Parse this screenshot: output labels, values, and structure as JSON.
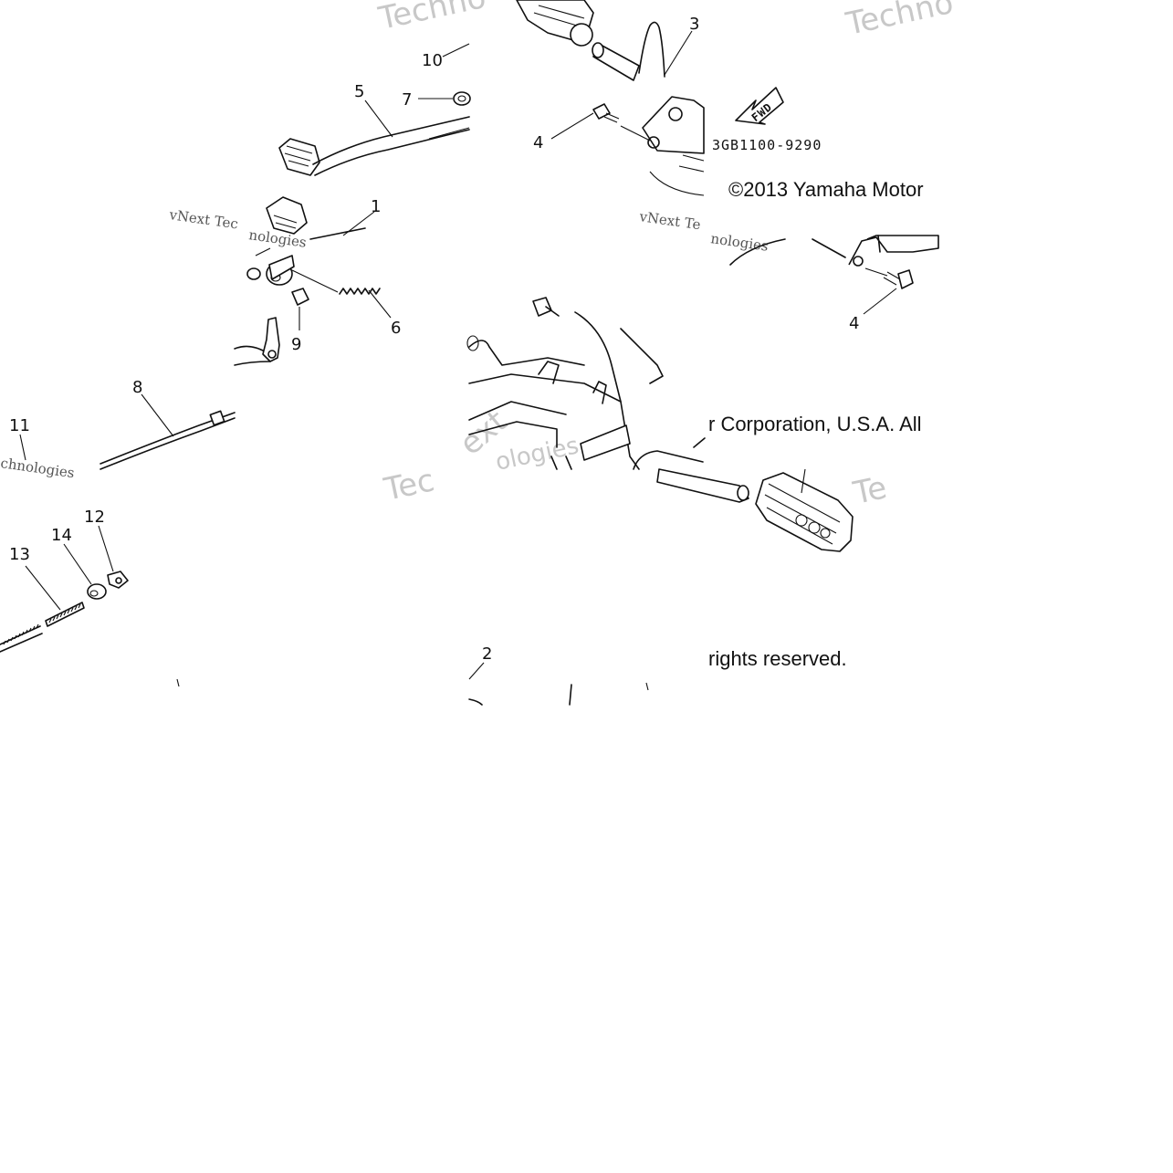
{
  "diagram": {
    "callouts": {
      "c1": "1",
      "c2": "2",
      "c3": "3",
      "c4a": "4",
      "c4b": "4",
      "c5": "5",
      "c6": "6",
      "c7": "7",
      "c8": "8",
      "c9": "9",
      "c10": "10",
      "c11": "11",
      "c12": "12",
      "c13": "13",
      "c14": "14"
    },
    "fwd_label": "FWD",
    "part_code": "3GB1100-9290",
    "copyright": {
      "line1": "©2013 Yamaha Motor",
      "line2": "r Corporation, U.S.A. All",
      "line3": "rights reserved."
    },
    "watermarks": {
      "w1": "Techno",
      "w2": "Techno",
      "w3": "vNext Tec",
      "w4": "vNext Te",
      "w5": "nologies",
      "w6": "nologies",
      "w7": "Tec",
      "w8": "Te",
      "w9": "ext",
      "w10": "chnologies",
      "w11": "ologies"
    }
  }
}
